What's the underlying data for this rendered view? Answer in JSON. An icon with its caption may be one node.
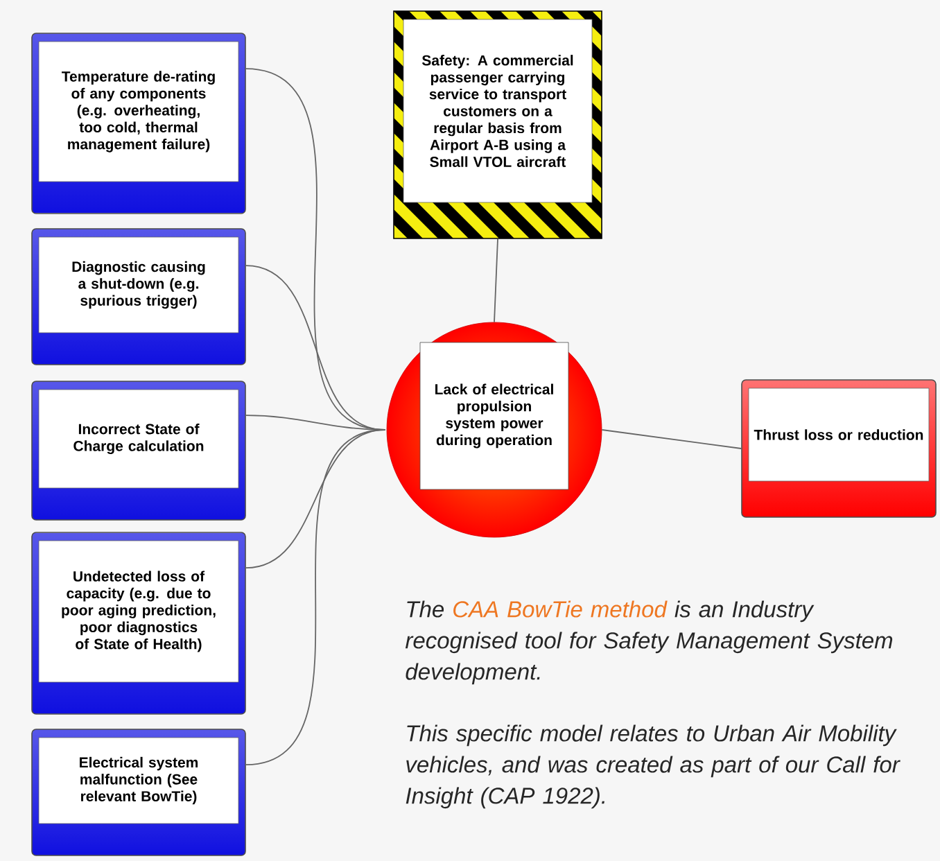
{
  "diagram": {
    "nodes": [
      {
        "text": [
          "Temperature de-rating of any components (e.g. overheating, too cold, thermal management failure)"
        ]
      },
      {
        "text": [
          "Diagnostic causing a shut-down (e.g. spurious trigger)"
        ]
      },
      {
        "text": [
          "Incorrect State of Charge calculation"
        ]
      },
      {
        "text": [
          "Undetected loss of capacity (e.g. due to poor aging prediction, poor diagnostics of State of Health)"
        ]
      },
      {
        "text": [
          "Electrical system malfunction (See relevant BowTie)"
        ]
      },
      {
        "text": [
          "Safety: A commercial passenger carrying service to transport customers on a regular basis from Airport A-B using a Small VTOL aircraft"
        ]
      },
      {
        "text": [
          "Lack of electrical propulsion system power during operation"
        ]
      },
      {
        "text": [
          "Thrust loss or reduction"
        ]
      }
    ],
    "edges": [
      {
        "from": 0,
        "to": 6,
        "arrow": "none"
      },
      {
        "from": 1,
        "to": 6,
        "arrow": "none"
      },
      {
        "from": 2,
        "to": 6,
        "arrow": "none"
      },
      {
        "from": 3,
        "to": 6,
        "arrow": "none"
      },
      {
        "from": 4,
        "to": 6,
        "arrow": "none"
      },
      {
        "from": 5,
        "to": 6,
        "arrow": "none"
      },
      {
        "from": 6,
        "to": 7,
        "arrow": "none"
      }
    ],
    "labels": [
      "The",
      "CAA BowTie method",
      "is an Industry recognised tool for Safety Management System development.",
      "This specific model relates to Urban Air Mobility vehicles, and was created as part of our Call for Insight (CAP 1922)."
    ]
  }
}
